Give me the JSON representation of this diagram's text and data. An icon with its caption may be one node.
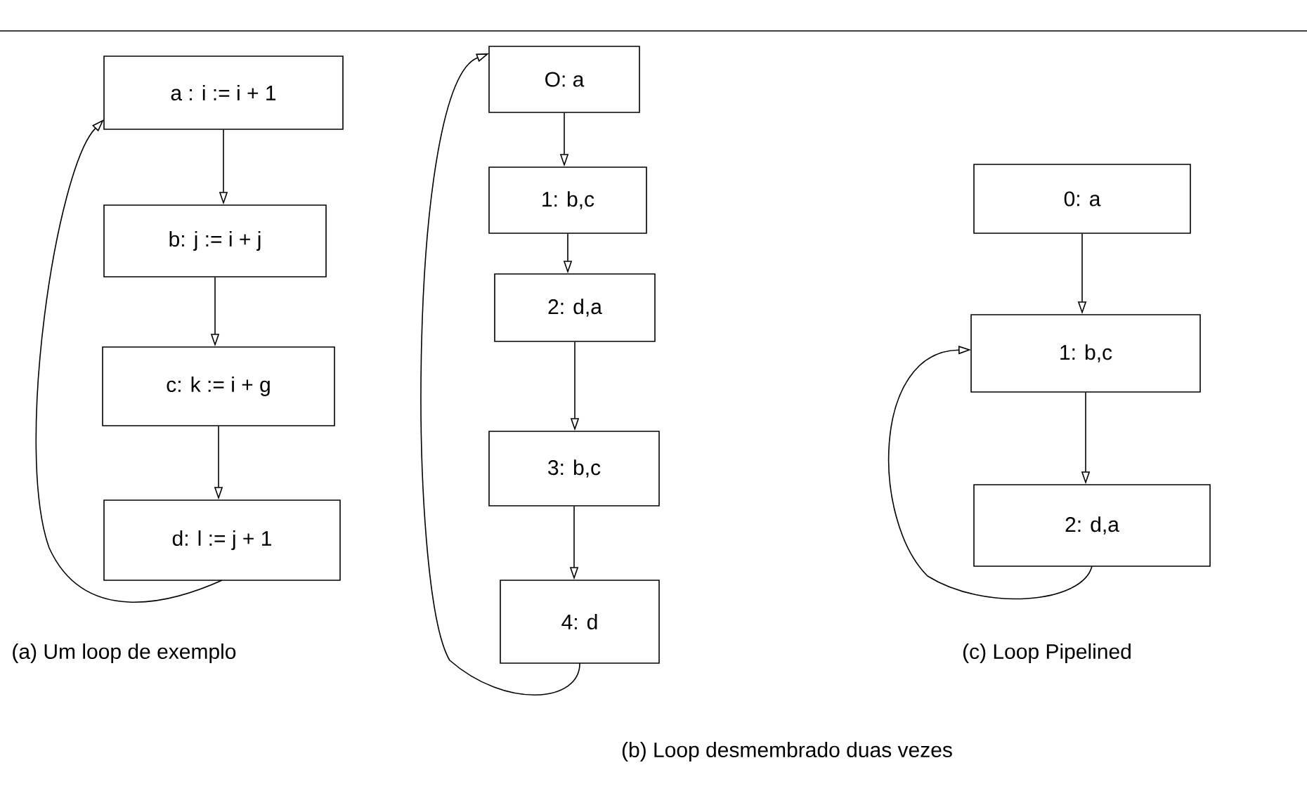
{
  "diagram": {
    "nodes": [
      {
        "text": [
          "a : i := i + 1"
        ]
      },
      {
        "text": [
          "b: j := i + j"
        ]
      },
      {
        "text": [
          "c: k := i + g"
        ]
      },
      {
        "text": [
          "d: l := j + 1"
        ]
      },
      {
        "text": [
          "O: a"
        ]
      },
      {
        "text": [
          "1: b,c"
        ]
      },
      {
        "text": [
          "2: d,a"
        ]
      },
      {
        "text": [
          "3: b,c"
        ]
      },
      {
        "text": [
          "4: d"
        ]
      },
      {
        "text": [
          "0: a"
        ]
      },
      {
        "text": [
          "1: b,c"
        ]
      },
      {
        "text": [
          "2: d,a"
        ]
      }
    ],
    "edges": [
      {
        "from": 0,
        "to": 1,
        "arrow": "to"
      },
      {
        "from": 1,
        "to": 2,
        "arrow": "to"
      },
      {
        "from": 2,
        "to": 3,
        "arrow": "to"
      },
      {
        "from": 3,
        "to": 0,
        "arrow": "to"
      },
      {
        "from": 4,
        "to": 5,
        "arrow": "to"
      },
      {
        "from": 5,
        "to": 6,
        "arrow": "to"
      },
      {
        "from": 6,
        "to": 7,
        "arrow": "to"
      },
      {
        "from": 7,
        "to": 8,
        "arrow": "to"
      },
      {
        "from": 8,
        "to": 4,
        "arrow": "to"
      },
      {
        "from": 9,
        "to": 10,
        "arrow": "to"
      },
      {
        "from": 10,
        "to": 11,
        "arrow": "to"
      },
      {
        "from": 11,
        "to": 10,
        "arrow": "to"
      }
    ],
    "labels": [
      "(a) Um  loop de exemplo",
      "(c) Loop Pipelined",
      "(b) Loop desmembrado duas vezes"
    ]
  }
}
